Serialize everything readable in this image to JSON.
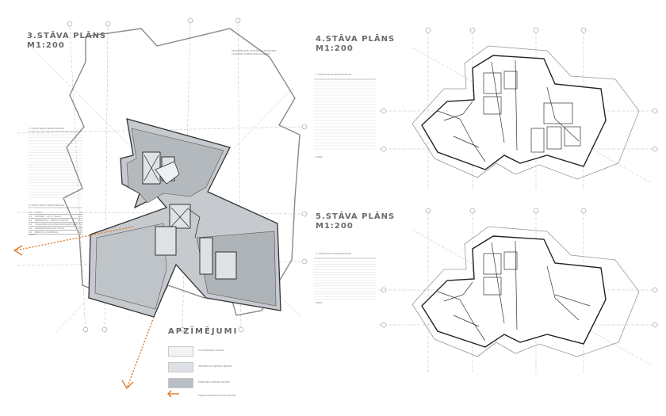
{
  "plans": [
    {
      "title": "3.STĀVA PLĀNS",
      "scale": "M1:200"
    },
    {
      "title": "4.STĀVA PLĀNS",
      "scale": "M1:200"
    },
    {
      "title": "5.STĀVA PLĀNS",
      "scale": "M1:200"
    }
  ],
  "legend": {
    "title": "APZĪMĒJUMI",
    "items": [
      {
        "label": "CO-WORKING TELPAS",
        "color": "#f2f3f4"
      },
      {
        "label": "INKUBĀCIJA CENTRA TELPAS",
        "color": "#dde1e5"
      },
      {
        "label": "ZINĀTNES CENTRA TELPAS",
        "color": "#b9bec4"
      }
    ],
    "arrow_label": "PIEKĻUVE EVAKUĀCIJAS CEĻAM",
    "arrow_color": "#e07a2a"
  },
  "note_top": "INTEGRĒJAMS LIETOŠANAI APSKATES LAUKUMS, DABAS APSKALAMIEM",
  "tables": {
    "floor3_left": {
      "header": "3. STĀVA TELPU EKSPLIKĀCIJA",
      "rows": 22
    },
    "floor3_left_b": {
      "header": "3. STĀVA TELPU EKSPLIKĀCIJA",
      "rows": [
        [
          "3.1",
          "LIFTS",
          "4.5"
        ],
        [
          "3.2",
          "KĀPNES - LIFTU TELPA",
          "23.0"
        ],
        [
          "3.3",
          "SIENSKOLA - VIEGLS JUMTIN",
          "11.2"
        ],
        [
          "3.4",
          "TUALETES UN DUŠAS AR IZLIETNĒM",
          "15.6"
        ],
        [
          "3.5",
          "ADMINISTRĀCIJAS TELPA",
          "13.5"
        ],
        [
          "3.6",
          "BIROJS - KOPĒTAVA",
          "19.1"
        ]
      ],
      "total": "KOPĀ"
    },
    "floor4": {
      "header": "4. STĀVA TELPU EKSPLIKĀCIJA",
      "rows": 22,
      "total": "KOPĀ"
    },
    "floor5": {
      "header": "5. STĀVA TELPU EKSPLIKĀCIJA",
      "rows": 15,
      "total": "KOPĀ"
    }
  }
}
